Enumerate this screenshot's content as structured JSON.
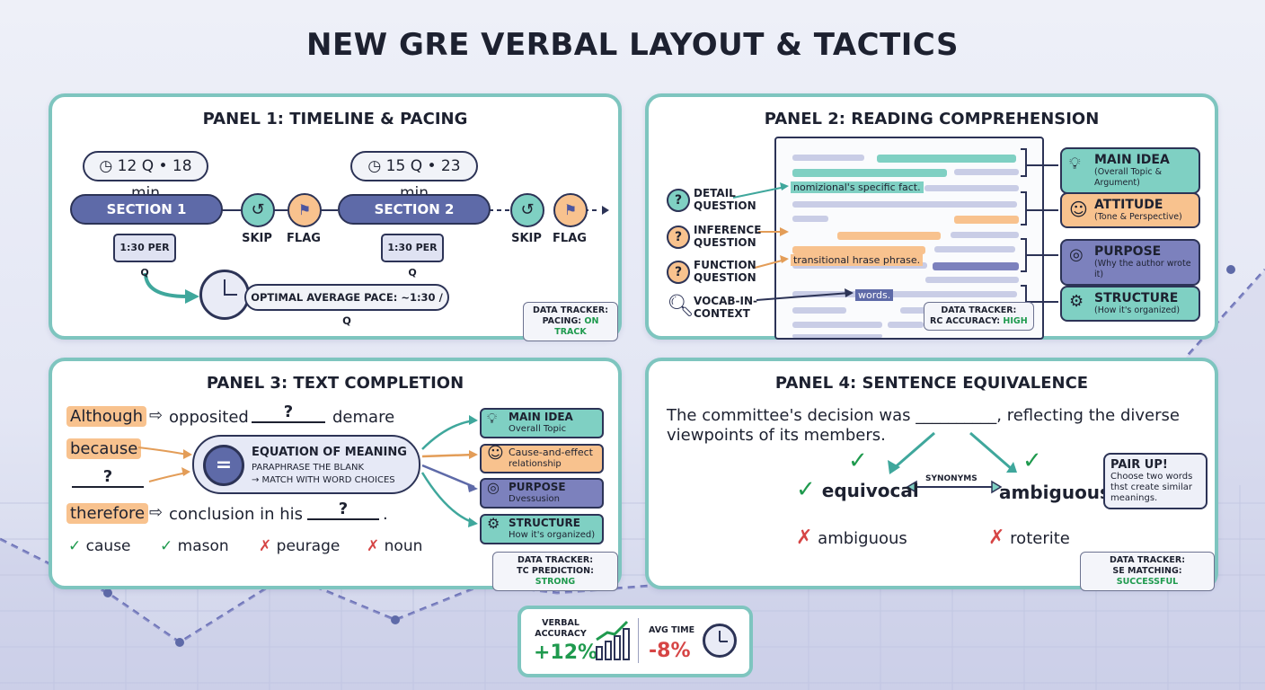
{
  "title": "NEW GRE VERBAL LAYOUT & TACTICS",
  "panel1": {
    "title": "PANEL 1: TIMELINE & PACING",
    "bubble1": "12 Q • 18 min",
    "bubble2": "15 Q • 23 min",
    "section1": "SECTION 1",
    "section2": "SECTION 2",
    "timer1": "1:30 PER Q",
    "timer2": "1:30 PER Q",
    "skip": "SKIP",
    "flag": "FLAG",
    "pace": "OPTIMAL AVERAGE PACE: ~1:30 / Q",
    "tracker_label": "DATA TRACKER:",
    "tracker_key": "PACING:",
    "tracker_value": "ON TRACK"
  },
  "panel2": {
    "title": "PANEL 2: READING COMPREHENSION",
    "questions": [
      {
        "label": "DETAIL QUESTION",
        "icon": "question-icon"
      },
      {
        "label": "INFERENCE QUESTION",
        "icon": "question-icon"
      },
      {
        "label": "FUNCTION QUESTION",
        "icon": "question-icon"
      },
      {
        "label": "VOCAB-IN-CONTEXT",
        "icon": "magnifier-icon"
      }
    ],
    "highlights": [
      "nomizional's specific fact.",
      "transitional hrase phrase.",
      "words."
    ],
    "cards": [
      {
        "title": "MAIN IDEA",
        "sub": "(Overall Topic & Argument)",
        "icon": "lightbulb-icon"
      },
      {
        "title": "ATTITUDE",
        "sub": "(Tone & Perspective)",
        "icon": "smiley-icon"
      },
      {
        "title": "PURPOSE",
        "sub": "(Why the author wrote it)",
        "icon": "target-icon"
      },
      {
        "title": "STRUCTURE",
        "sub": "(How it's organized)",
        "icon": "gears-icon"
      }
    ],
    "tracker_label": "DATA TRACKER:",
    "tracker_key": "RC ACCURACY:",
    "tracker_value": "HIGH"
  },
  "panel3": {
    "title": "PANEL 3: TEXT COMPLETION",
    "line1": {
      "tag": "Although",
      "text": "opposited",
      "blank": "?",
      "after": "demare"
    },
    "line2": {
      "tag": "because"
    },
    "line3": {
      "blank": "?"
    },
    "line4": {
      "tag": "therefore",
      "text": "conclusion in his",
      "blank": "?",
      "after": "."
    },
    "equation_title": "EQUATION OF MEANING",
    "equation_sub1": "PARAPHRASE THE BLANK",
    "equation_sub2": "→ MATCH WITH WORD CHOICES",
    "choices": [
      {
        "word": "cause",
        "ok": true
      },
      {
        "word": "mason",
        "ok": true
      },
      {
        "word": "peurage",
        "ok": false
      },
      {
        "word": "noun",
        "ok": false
      }
    ],
    "cards": [
      {
        "title": "MAIN IDEA",
        "sub": "Overall Topic",
        "icon": "lightbulb-icon"
      },
      {
        "title": "Cause-and-effect",
        "sub": "relationship",
        "icon": "smiley-icon"
      },
      {
        "title": "PURPOSE",
        "sub": "Dvessusion",
        "icon": "target-icon"
      },
      {
        "title": "STRUCTURE",
        "sub": "How it's organized)",
        "icon": "gears-icon"
      }
    ],
    "tracker_label": "DATA TRACKER:",
    "tracker_key": "TC PREDICTION:",
    "tracker_value": "STRONG"
  },
  "panel4": {
    "title": "PANEL 4: SENTENCE EQUIVALENCE",
    "sentence1": "The committee's decision was __________, reflecting the diverse",
    "sentence2": "viewpoints of its members.",
    "word1": "equivocal",
    "word2": "ambiguous",
    "synonyms": "SYNONYMS",
    "wrong1": "ambiguous",
    "wrong2": "roterite",
    "pair_title": "PAIR UP!",
    "pair_text": "Choose two words thst create similar meanings.",
    "tracker_label": "DATA TRACKER:",
    "tracker_key": "SE MATCHING:",
    "tracker_value": "SUCCESSFUL"
  },
  "stats": {
    "accuracy_label": "VERBAL ACCURACY",
    "accuracy_value": "+12%",
    "time_label": "AVG TIME",
    "time_value": "-8%",
    "accent_green": "#1f9a4e",
    "accent_red": "#d64545"
  }
}
